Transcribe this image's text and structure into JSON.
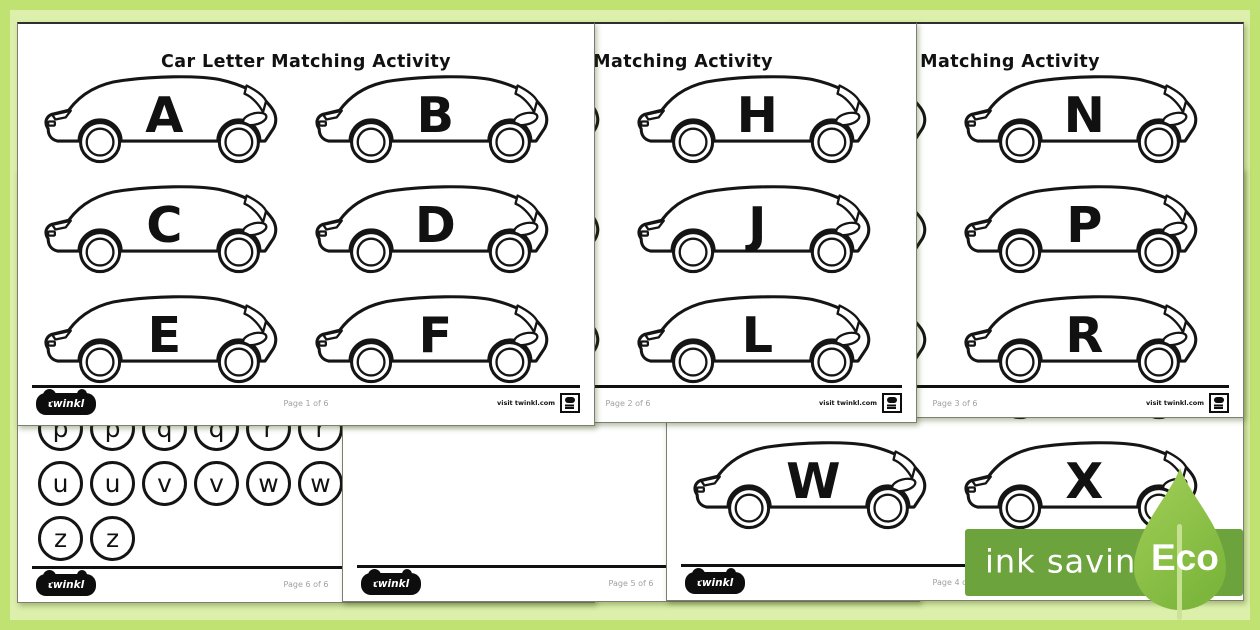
{
  "shared": {
    "brand": "twinkl",
    "visit_label": "visit twinkl.com",
    "title": "Car Letter Matching Activity"
  },
  "colors": {
    "frame_green": "#bfe272",
    "mat_green": "#dcf0ab",
    "badge_green": "#6ca33c",
    "leaf_green": "#8bc043",
    "leaf_light": "#a2cf58",
    "stem_green": "#c9e296",
    "ink_black": "#151515",
    "footer_gray": "#a0a0a0"
  },
  "badge": {
    "ink_label": "ink saving",
    "eco_label": "Eco"
  },
  "pages": {
    "p1": {
      "title": "Car Letter Matching Activity",
      "letters": [
        "A",
        "B",
        "C",
        "D",
        "E",
        "F"
      ],
      "page_label": "Page 1 of 6"
    },
    "p2": {
      "title": "Car Letter Matching Activity",
      "letters": [
        "",
        "H",
        "",
        "J",
        "",
        "L"
      ],
      "page_label": "Page 2 of 6"
    },
    "p3": {
      "title": "Car Letter Matching Activity",
      "letters": [
        "",
        "N",
        "",
        "P",
        "",
        "R"
      ],
      "page_label": "Page 3 of 6"
    },
    "p4": {
      "letters": [
        "",
        "",
        "",
        "",
        "W",
        "X"
      ],
      "page_label": "Page 4 of 6"
    },
    "p5": {
      "page_label": "Page 5 of 6"
    },
    "p6": {
      "circle_rows": [
        [
          "p",
          "p",
          "q",
          "q",
          "r",
          "r"
        ],
        [
          "u",
          "u",
          "v",
          "v",
          "w",
          "w"
        ],
        [
          "z",
          "z"
        ]
      ],
      "page_label": "Page 6 of 6"
    }
  }
}
